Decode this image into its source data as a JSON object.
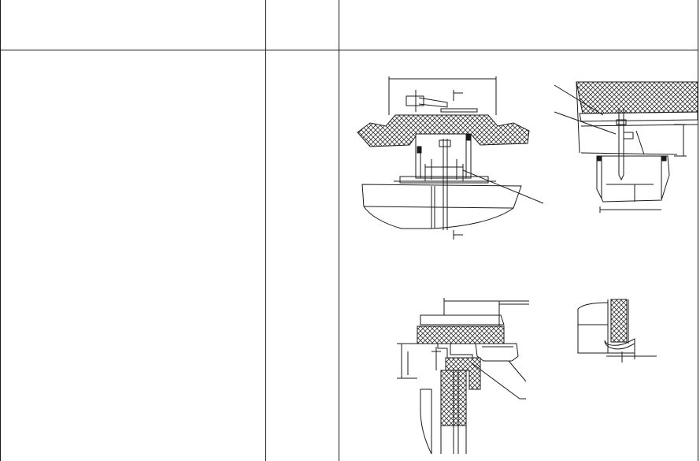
{
  "sheet": {
    "header_row": {
      "col_1": "",
      "col_2": "",
      "col_3": ""
    },
    "body_row": {
      "col_1": "",
      "col_2": ""
    }
  },
  "drawings": [
    {
      "id": "detail-top-left",
      "kind": "cross-section"
    },
    {
      "id": "detail-top-right",
      "kind": "cross-section"
    },
    {
      "id": "detail-bottom-left",
      "kind": "cross-section"
    },
    {
      "id": "detail-bottom-right",
      "kind": "cross-section"
    }
  ],
  "colors": {
    "line": "#1a1a1a",
    "insulation_hatch": "#333333",
    "background": "#ffffff"
  }
}
